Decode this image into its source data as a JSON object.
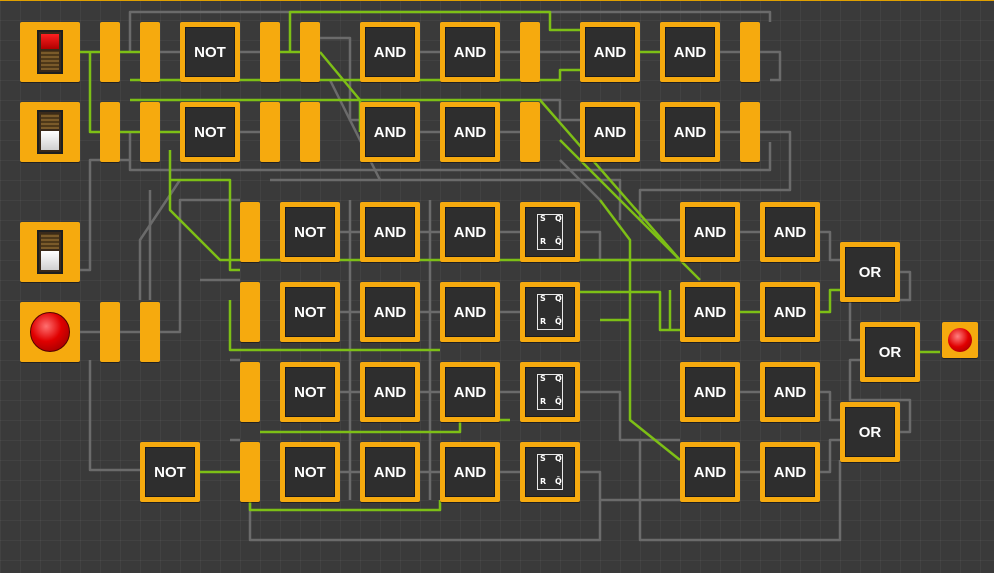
{
  "gate_labels": {
    "not": "NOT",
    "and": "AND",
    "or": "OR"
  },
  "latch_labels": {
    "s": "S",
    "q": "Q",
    "r": "R",
    "qbar": "Q̄"
  },
  "inputs": {
    "switch1": {
      "state": "on"
    },
    "switch2": {
      "state": "off"
    },
    "switch3": {
      "state": "off"
    },
    "button": {
      "state": "pressed"
    }
  },
  "output_lamp": {
    "state": "on"
  },
  "colors": {
    "component": "#f6aa0e",
    "gate_face": "#2e2e2e",
    "wire_off": "#6b6b6b",
    "wire_on": "#7dbf16",
    "board": "#3a3a3a",
    "lamp_on": "#e00000"
  }
}
